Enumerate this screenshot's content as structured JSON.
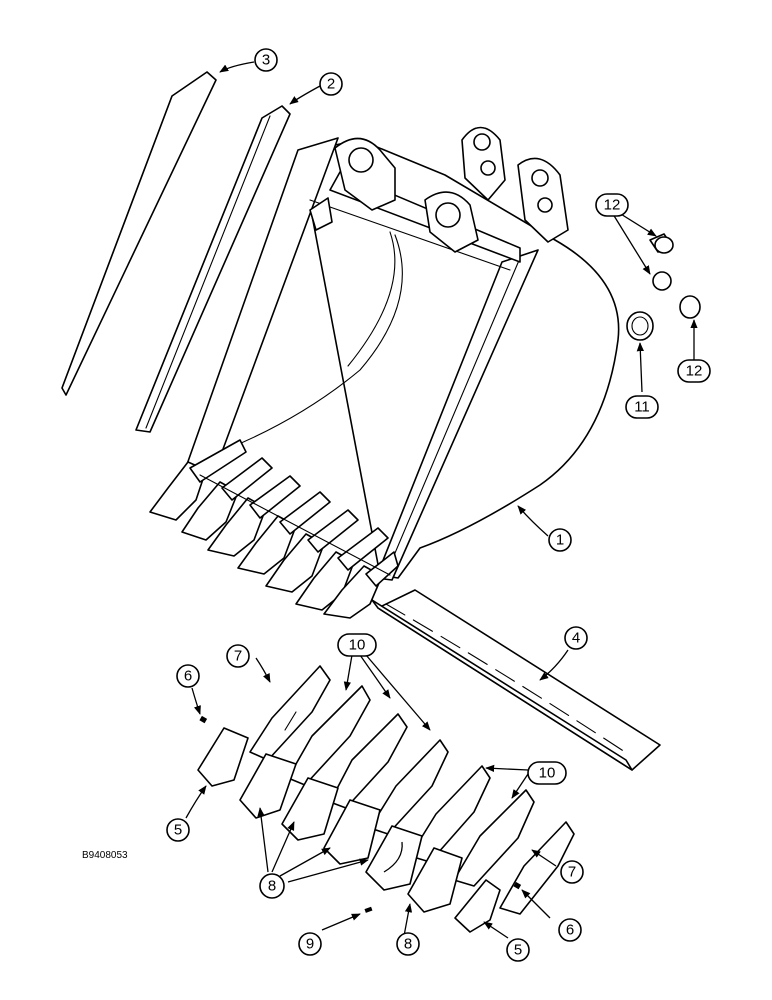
{
  "figure_id": "B9408053",
  "callouts": {
    "c1": "1",
    "c2": "2",
    "c3": "3",
    "c4": "4",
    "c5a": "5",
    "c5b": "5",
    "c6a": "6",
    "c6b": "6",
    "c7a": "7",
    "c7b": "7",
    "c8a": "8",
    "c8b": "8",
    "c9": "9",
    "c10a": "10",
    "c10b": "10",
    "c11": "11",
    "c12a": "12",
    "c12b": "12"
  }
}
